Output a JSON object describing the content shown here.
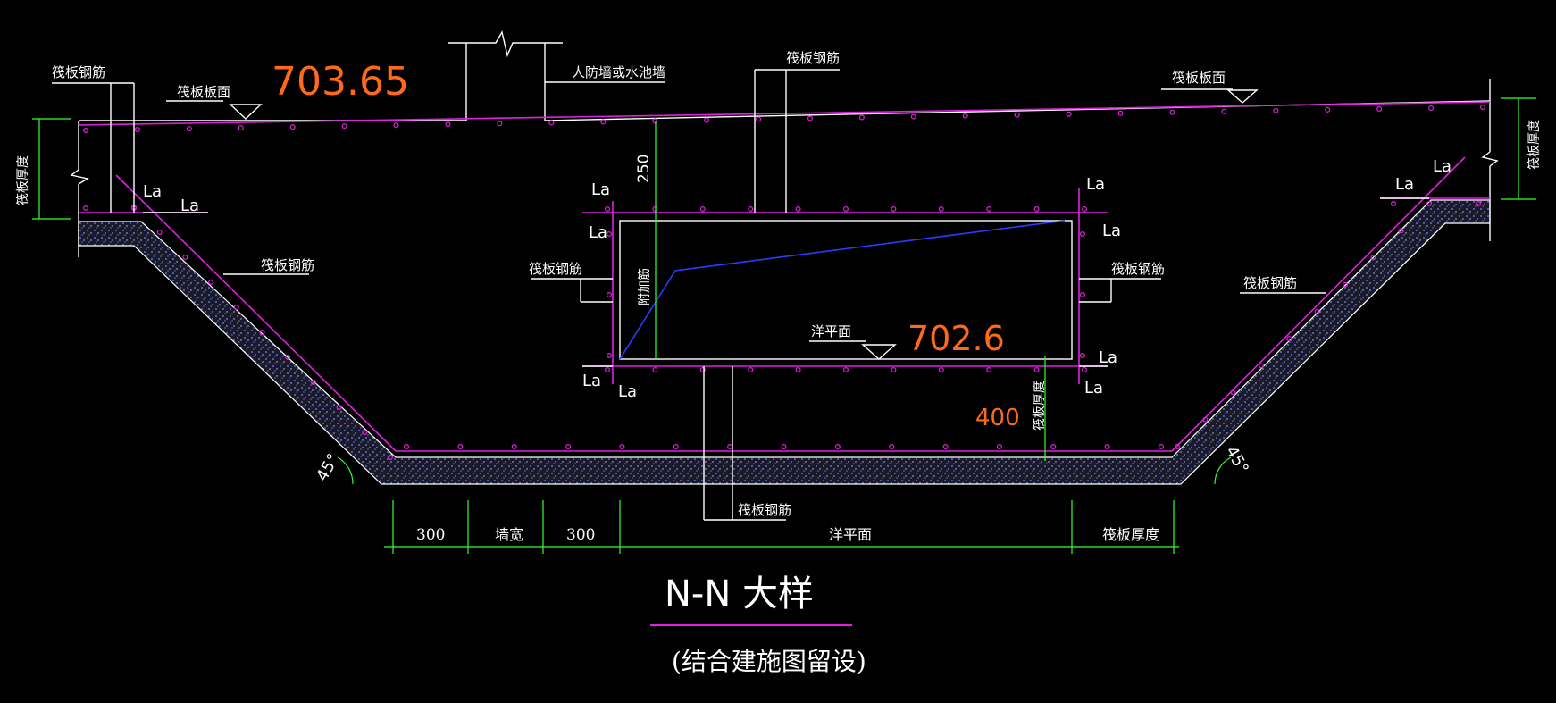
{
  "labels": {
    "raft_rebar": "筏板钢筋",
    "raft_surface": "筏板板面",
    "civil_defense_wall": "人防墙或水池墙",
    "raft_thickness": "筏板厚度",
    "la": "La",
    "pit_bottom": "洋平面",
    "added_rebar": "附加筋",
    "wall_width": "墙宽",
    "dim_300": "300",
    "dim_250": "250",
    "dim_400": "400",
    "angle_45": "45°",
    "elev_top": "703.65",
    "elev_pit": "702.6"
  },
  "title": {
    "main": "N-N 大样",
    "sub": "(结合建施图留设)"
  },
  "colors": {
    "background": "#000000",
    "rebar": "#e020e0",
    "dimension": "#33ff33",
    "elevation_text": "#ff6a1a",
    "outline": "#ffffff",
    "blue_line": "#2a3cff"
  }
}
